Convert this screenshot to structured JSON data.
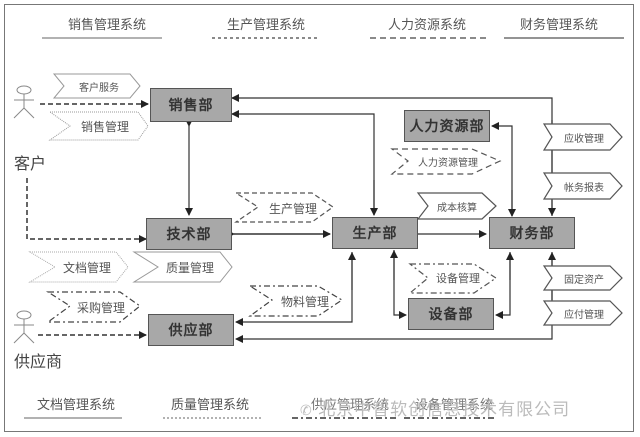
{
  "legend_top": [
    {
      "label": "销售管理系统",
      "line_style": "solid"
    },
    {
      "label": "生产管理系统",
      "line_style": "dashed"
    },
    {
      "label": "人力资源系统",
      "line_style": "long-dashed"
    },
    {
      "label": "财务管理系统",
      "line_style": "solid"
    }
  ],
  "legend_bottom": [
    {
      "label": "文档管理系统",
      "line_style": "solid"
    },
    {
      "label": "质量管理系统",
      "line_style": "dotted"
    },
    {
      "label": "供应管理系统",
      "line_style": "dash-dot"
    },
    {
      "label": "设备管理系统",
      "line_style": "dash-dot"
    }
  ],
  "actors": {
    "customer": "客户",
    "supplier": "供应商"
  },
  "departments": {
    "sales": "销售部",
    "tech": "技术部",
    "supply": "供应部",
    "production": "生产部",
    "hr": "人力资源部",
    "finance": "财务部",
    "equipment": "设备部"
  },
  "processes": {
    "customer_service": "客户服务",
    "sales_mgmt": "销售管理",
    "production_mgmt": "生产管理",
    "doc_mgmt": "文档管理",
    "quality_mgmt": "质量管理",
    "purchase_mgmt": "采购管理",
    "material_mgmt": "物料管理",
    "hr_mgmt": "人力资源管理",
    "cost_accounting": "成本核算",
    "equipment_mgmt": "设备管理",
    "receivables": "应收管理",
    "account_reports": "帐务报表",
    "fixed_assets": "固定资产",
    "payables": "应付管理"
  },
  "watermark": "北京中智软创信息技术有限公司",
  "colors": {
    "department_fill": "#a8a8a8",
    "line": "#333333",
    "border": "#777777"
  }
}
